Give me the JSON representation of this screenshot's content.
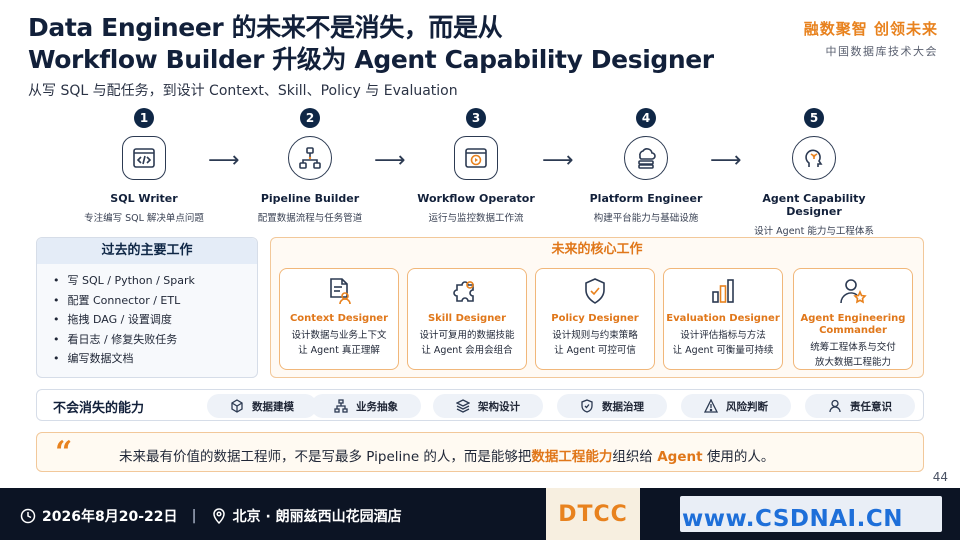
{
  "header": {
    "title_line1": "Data Engineer 的未来不是消失，而是从",
    "title_line2": "Workflow Builder 升级为 Agent Capability Designer",
    "subtitle": "从写 SQL 与配任务，到设计 Context、Skill、Policy 与 Evaluation",
    "brand_line1": "融数聚智 创领未来",
    "brand_line2": "中国数据库技术大会"
  },
  "stages": [
    {
      "num": "1",
      "name": "SQL Writer",
      "desc": "专注编写 SQL 解决单点问题",
      "icon": "code-window-icon"
    },
    {
      "num": "2",
      "name": "Pipeline Builder",
      "desc": "配置数据流程与任务管道",
      "icon": "pipeline-nodes-icon"
    },
    {
      "num": "3",
      "name": "Workflow Operator",
      "desc": "运行与监控数据工作流",
      "icon": "play-window-icon"
    },
    {
      "num": "4",
      "name": "Platform Engineer",
      "desc": "构建平台能力与基础设施",
      "icon": "cloud-server-icon"
    },
    {
      "num": "5",
      "name": "Agent Capability Designer",
      "desc": "设计 Agent 能力与工程体系",
      "icon": "brain-head-icon"
    }
  ],
  "past": {
    "heading": "过去的主要工作",
    "items": [
      "写 SQL / Python / Spark",
      "配置 Connector / ETL",
      "拖拽 DAG / 设置调度",
      "看日志 / 修复失败任务",
      "编写数据文档"
    ]
  },
  "future": {
    "heading": "未来的核心工作",
    "cards": [
      {
        "name": "Context Designer",
        "desc1": "设计数据与业务上下文",
        "desc2": "让 Agent 真正理解",
        "icon": "document-user-icon"
      },
      {
        "name": "Skill Designer",
        "desc1": "设计可复用的数据技能",
        "desc2": "让 Agent 会用会组合",
        "icon": "puzzle-icon"
      },
      {
        "name": "Policy Designer",
        "desc1": "设计规则与约束策略",
        "desc2": "让 Agent 可控可信",
        "icon": "shield-check-icon"
      },
      {
        "name": "Evaluation Designer",
        "desc1": "设计评估指标与方法",
        "desc2": "让 Agent 可衡量可持续",
        "icon": "bar-chart-icon"
      },
      {
        "name": "Agent Engineering Commander",
        "desc1": "统筹工程体系与交付",
        "desc2": "放大数据工程能力",
        "icon": "user-star-icon"
      }
    ]
  },
  "abilities": {
    "label": "不会消失的能力",
    "items": [
      {
        "label": "数据建模",
        "icon": "cube-icon"
      },
      {
        "label": "业务抽象",
        "icon": "hierarchy-icon"
      },
      {
        "label": "架构设计",
        "icon": "layers-icon"
      },
      {
        "label": "数据治理",
        "icon": "shield-icon"
      },
      {
        "label": "风险判断",
        "icon": "warning-icon"
      },
      {
        "label": "责任意识",
        "icon": "person-icon"
      }
    ]
  },
  "quote": {
    "mark": "“",
    "before": "未来最有价值的数据工程师，不是写最多 Pipeline 的人，而是能够把",
    "highlight1": "数据工程能力",
    "middle": "组织给 ",
    "highlight2": "Agent",
    "after": " 使用的人。"
  },
  "page_number": "44",
  "footer": {
    "date": "2026年8月20-22日",
    "separator": "|",
    "location": "北京 · 朗丽兹西山花园酒店",
    "logo_text": "DTCC",
    "watermark": "www.CSDNAI.CN"
  },
  "colors": {
    "accent": "#e8821e",
    "navy": "#0f2746",
    "footer_bg": "#0c1424"
  }
}
